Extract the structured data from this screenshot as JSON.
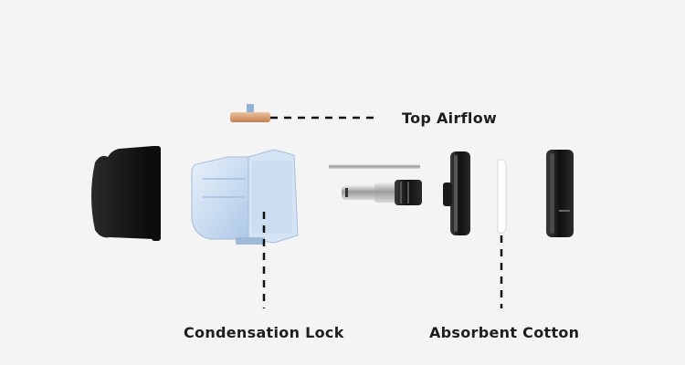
{
  "labels": {
    "top_airflow": "Top Airflow",
    "condensation_lock": "Condensation Lock",
    "absorbent_cotton": "Absorbent Cotton"
  },
  "components": [
    {
      "name": "mouthpiece-cap",
      "color": "#1a1a1a"
    },
    {
      "name": "pod-tank",
      "color": "#cfe0f5"
    },
    {
      "name": "top-airflow-insert",
      "color": "#d99f74"
    },
    {
      "name": "airflow-tube",
      "color": "#bfbfbf"
    },
    {
      "name": "coil",
      "color": "#b5b5b5"
    },
    {
      "name": "base-seal",
      "color": "#222222"
    },
    {
      "name": "absorbent-cotton-pad",
      "color": "#ffffff"
    },
    {
      "name": "bottom-cap",
      "color": "#1c1c1c"
    }
  ],
  "colors": {
    "background": "#f4f4f4",
    "leader_line": "#111111",
    "label_text": "#1e1e1e"
  }
}
